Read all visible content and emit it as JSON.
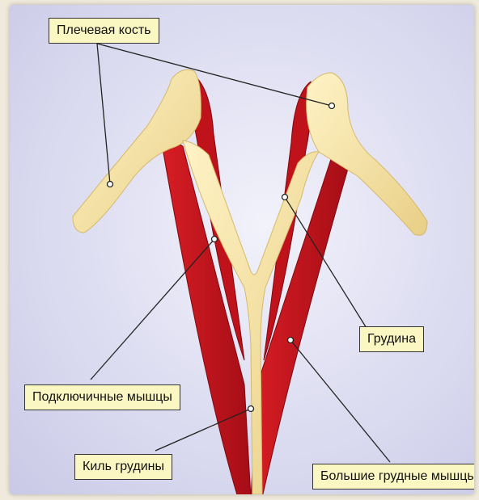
{
  "labels": {
    "humerus": "Плечевая кость",
    "sternum": "Грудина",
    "subclavian": "Подключичные мышцы",
    "keel": "Киль грудины",
    "pectoral": "Большие грудные мышцы"
  },
  "colors": {
    "bone": "#f5e2a6",
    "bone_dark": "#e3c97c",
    "muscle": "#c5121e",
    "muscle_dark": "#8f0a12",
    "label_bg": "#fbf7c3"
  }
}
